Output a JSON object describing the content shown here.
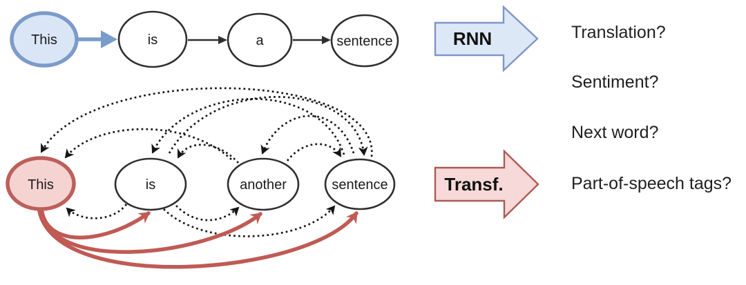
{
  "rnn": {
    "nodes": [
      "This",
      "is",
      "a",
      "sentence"
    ],
    "arrow_label": "RNN"
  },
  "transformer": {
    "nodes": [
      "This",
      "is",
      "another",
      "sentence"
    ],
    "arrow_label": "Transf."
  },
  "tasks": [
    "Translation?",
    "Sentiment?",
    "Next word?",
    "Part-of-speech tags?"
  ],
  "colors": {
    "blue_fill": "#dae6f6",
    "blue_stroke": "#7d9bc8",
    "blue_arrow": "#7b9ccb",
    "rnn_block_fill": "#dde8f7",
    "rnn_block_stroke": "#8095c7",
    "red_fill": "#f5d3d1",
    "red_stroke": "#bd5f5b",
    "red_arrow": "#c05a54",
    "transf_block_fill": "#f6d9d8",
    "transf_block_stroke": "#ad5a56",
    "node_stroke": "#2e2e2e",
    "text": "#1a1a1a"
  }
}
